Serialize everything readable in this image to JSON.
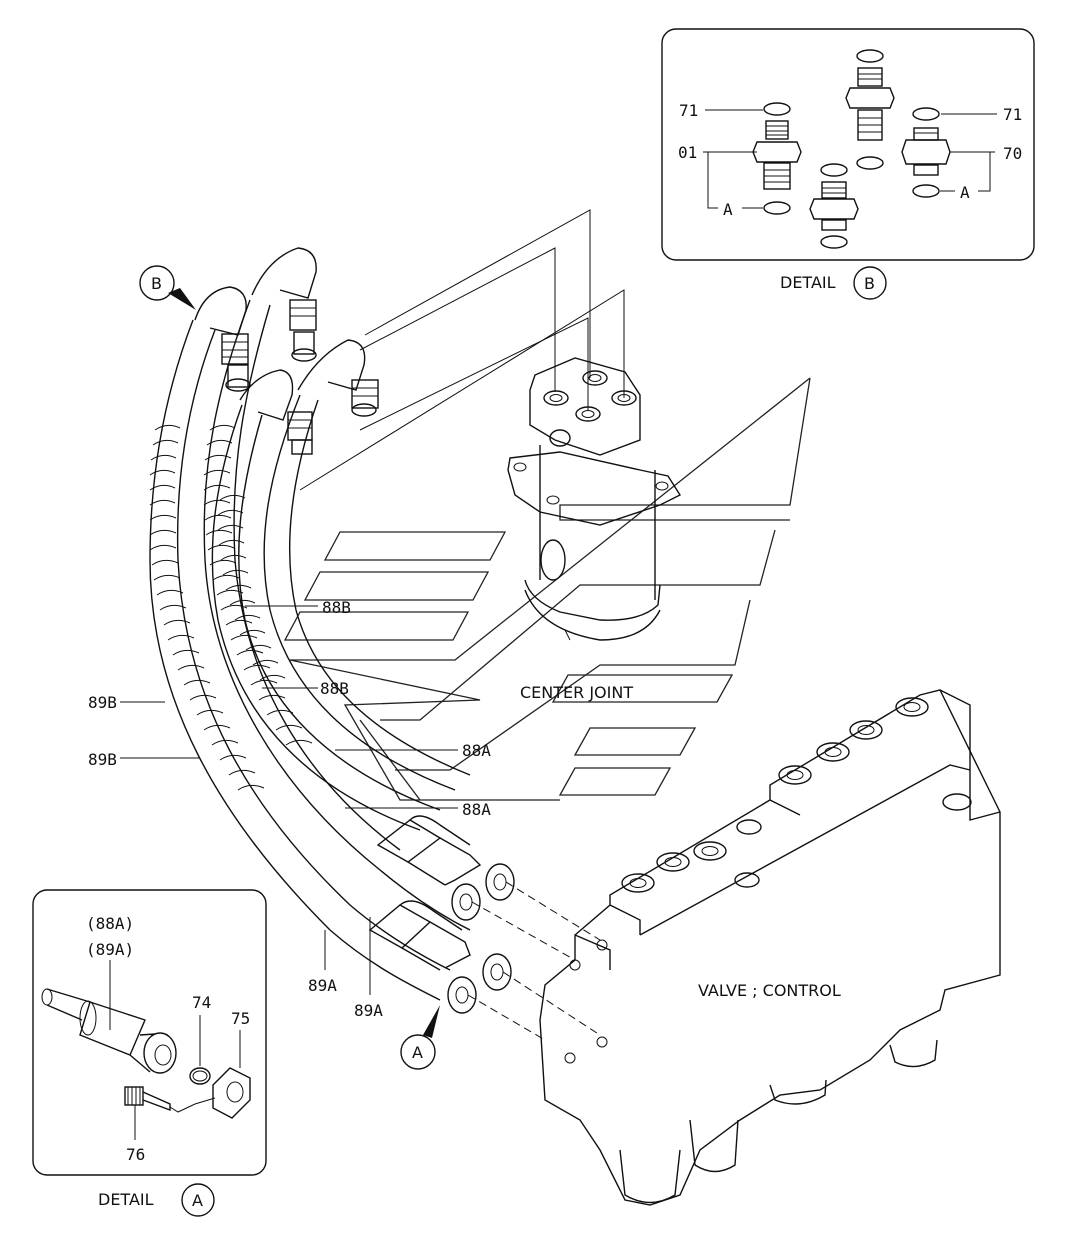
{
  "labels": {
    "l71a": "71",
    "l71b": "71",
    "l01": "01",
    "l70": "70",
    "lA1": "A",
    "lA2": "A",
    "l88B_1": "88B",
    "l88B_2": "88B",
    "l89B_1": "89B",
    "l89B_2": "89B",
    "l88A_1": "88A",
    "l88A_2": "88A",
    "l89A_1": "89A",
    "l89A_2": "89A",
    "l74": "74",
    "l75": "75",
    "l76": "76",
    "l88A_paren": "(88A)",
    "l89A_paren": "(89A)",
    "center_joint": "CENTER  JOINT",
    "valve_control": "VALVE ; CONTROL"
  },
  "callouts": {
    "B_main": "B",
    "A_main": "A",
    "B_detail": "B",
    "A_detail": "A"
  },
  "captions": {
    "detail_b": "DETAIL",
    "detail_a": "DETAIL"
  }
}
